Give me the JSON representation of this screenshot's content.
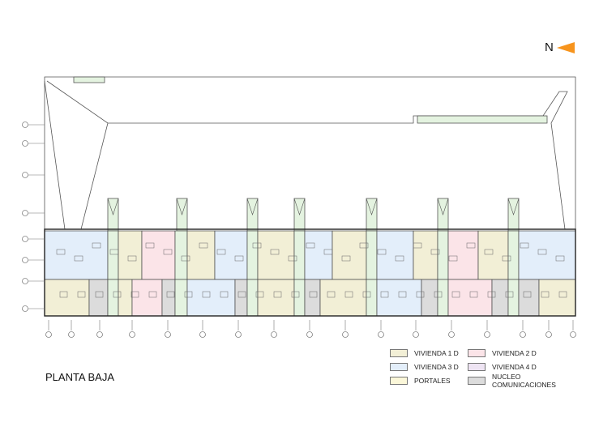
{
  "title": "PLANTA BAJA",
  "north": {
    "label": "N",
    "color": "#f7941d"
  },
  "legend": [
    {
      "label": "VIVIENDA 1 D",
      "color": "#f2efd6"
    },
    {
      "label": "VIVIENDA 2 D",
      "color": "#fbe4e8"
    },
    {
      "label": "VIVIENDA 3 D",
      "color": "#e3eefa"
    },
    {
      "label": "VIVIENDA 4 D",
      "color": "#eee4f3"
    },
    {
      "label": "PORTALES",
      "color": "#fbf7d9"
    },
    {
      "label": "NUCLEO COMUNICACIONES",
      "color": "#dcdcdc"
    }
  ]
}
